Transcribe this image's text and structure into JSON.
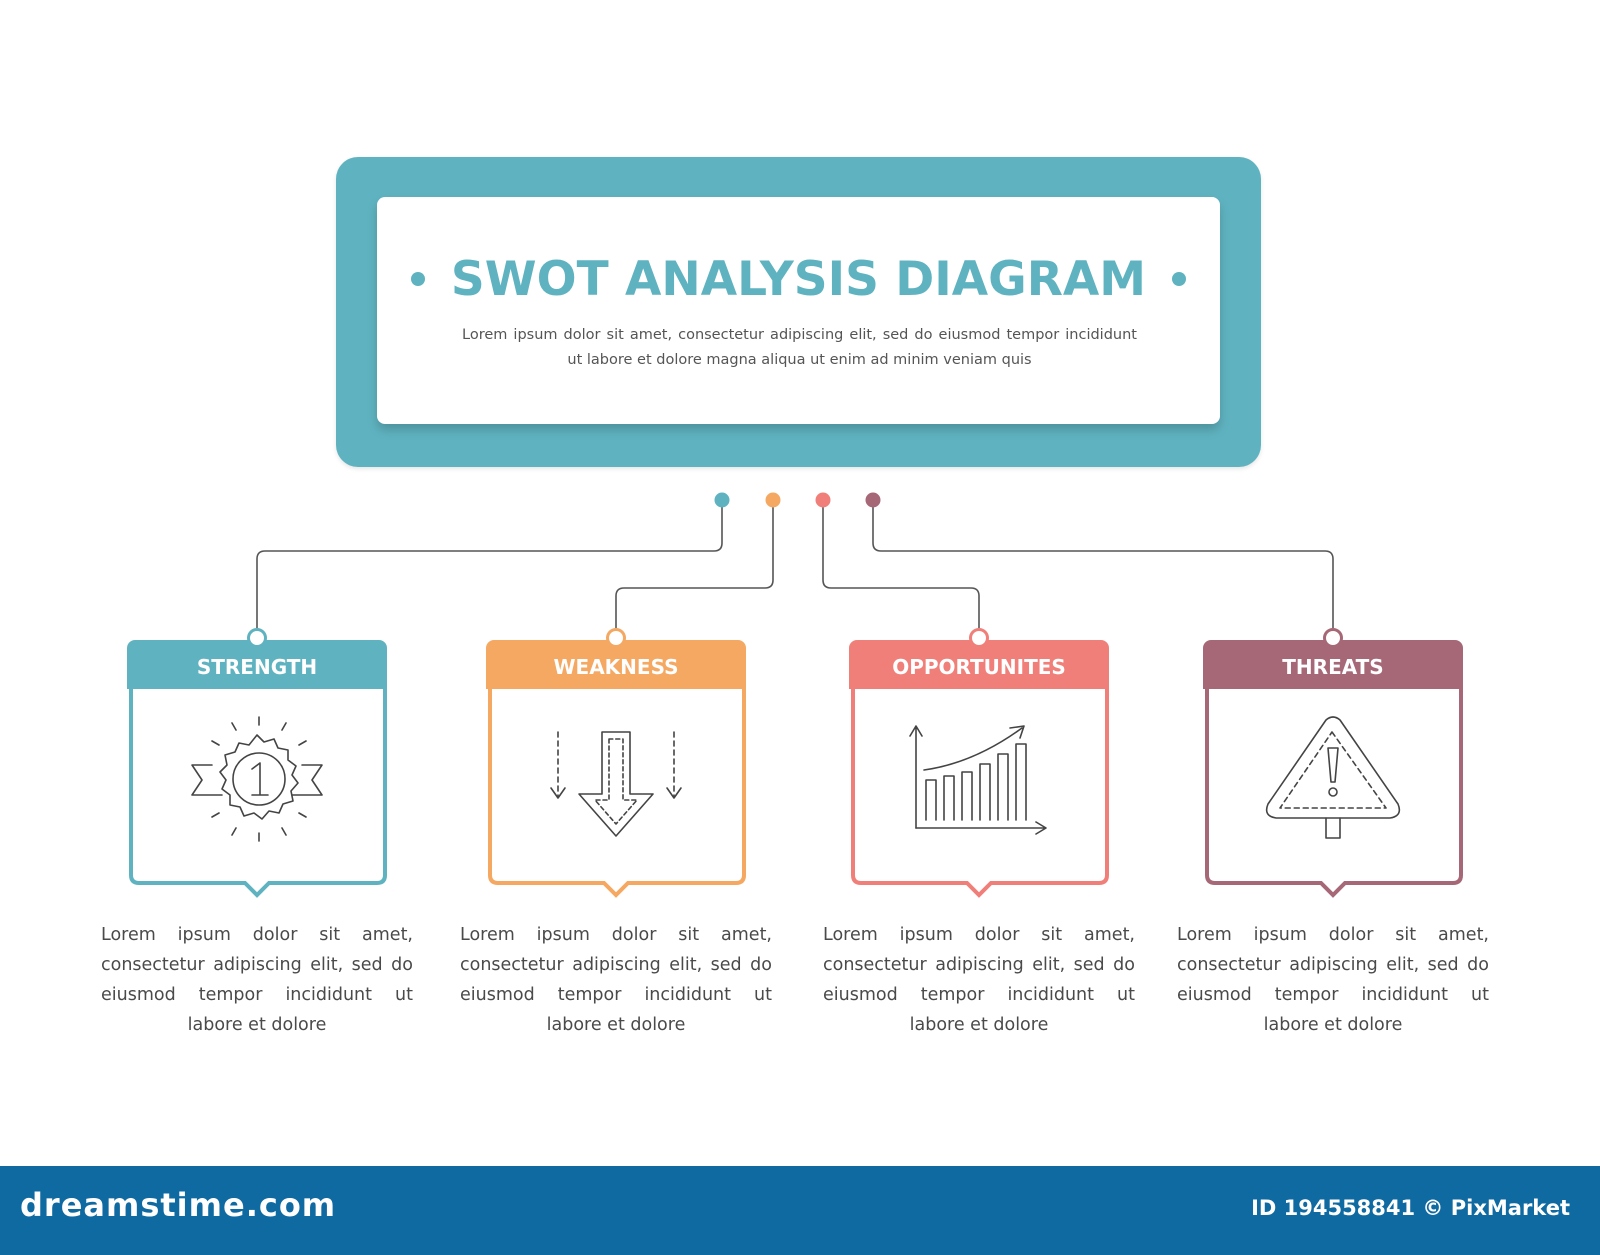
{
  "header": {
    "title": "SWOT ANALYSIS DIAGRAM",
    "subtitle": "Lorem ipsum dolor sit amet, consectetur adipiscing elit, sed do eiusmod tempor incididunt ut labore et dolore magna aliqua ut enim ad minim veniam quis",
    "accent_color": "#5fb3c0"
  },
  "cards": [
    {
      "label": "STRENGTH",
      "color": "#5fb3c0",
      "icon": "award-medal-icon",
      "text": "Lorem ipsum dolor sit amet, consectetur adipiscing elit, sed do eiusmod tempor incididunt ut labore et dolore"
    },
    {
      "label": "WEAKNESS",
      "color": "#f4a862",
      "icon": "down-arrows-icon",
      "text": "Lorem ipsum dolor sit amet, consectetur adipiscing elit, sed do eiusmod tempor incididunt ut labore et dolore"
    },
    {
      "label": "OPPORTUNITES",
      "color": "#f07f7a",
      "icon": "growth-chart-icon",
      "text": "Lorem ipsum dolor sit amet, consectetur adipiscing elit, sed do eiusmod tempor incididunt ut labore et dolore"
    },
    {
      "label": "THREATS",
      "color": "#a66877",
      "icon": "warning-sign-icon",
      "text": "Lorem ipsum dolor sit amet, consectetur adipiscing elit, sed do eiusmod tempor incididunt ut labore et dolore"
    }
  ],
  "footer": {
    "brand": "dreamstime.com",
    "image_id": "ID 194558841 © PixMarket",
    "background_color": "#0f6aa1"
  }
}
